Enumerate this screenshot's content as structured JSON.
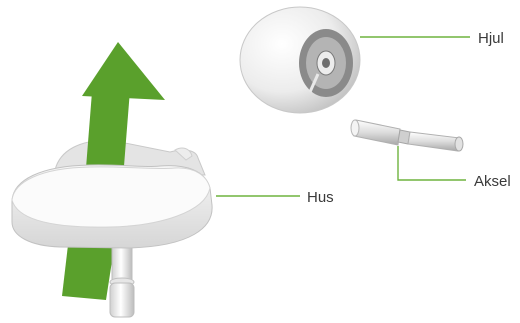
{
  "labels": {
    "wheel": "Hjul",
    "axle": "Aksel",
    "housing": "Hus"
  },
  "colors": {
    "arrow": "#5aa02c",
    "leader_line": "#6fb43f",
    "part_fill": "#f2f2f2",
    "part_shadow": "#c8c8c8",
    "label_text": "#3a3a3a"
  }
}
